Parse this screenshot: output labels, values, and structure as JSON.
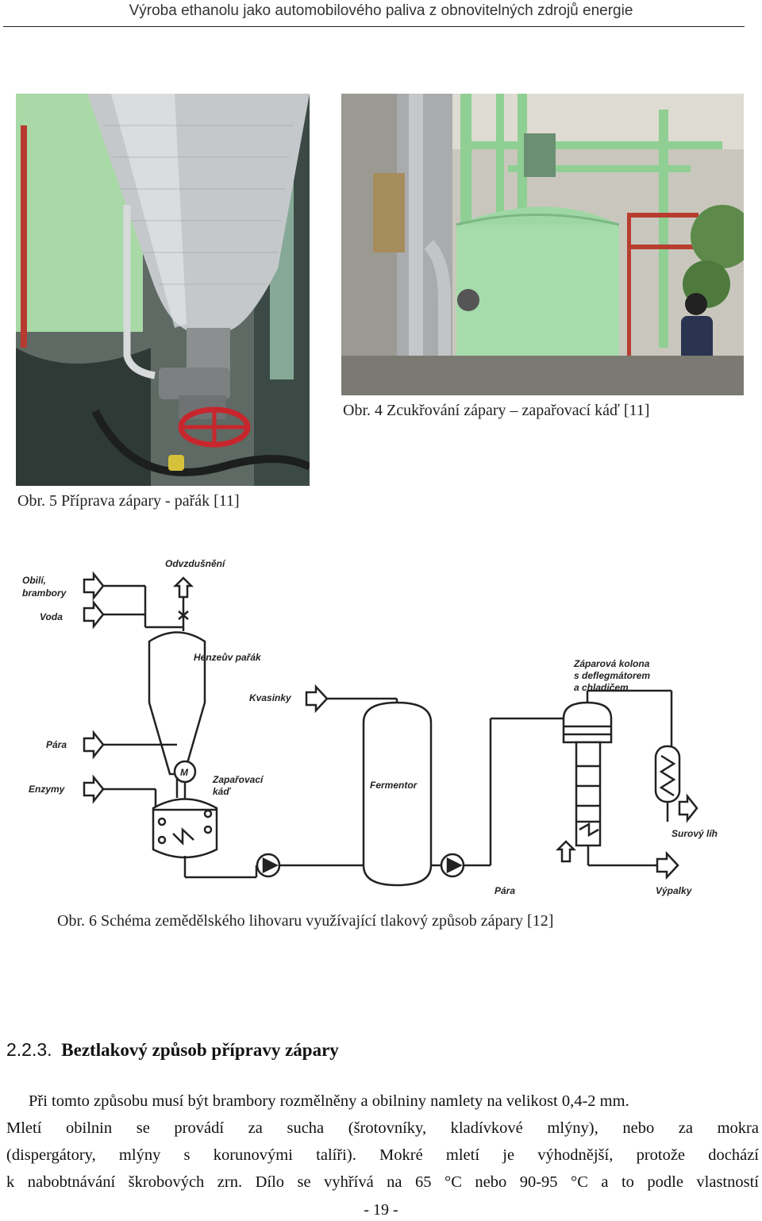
{
  "header": {
    "title": "Výroba ethanolu jako automobilového paliva z obnovitelných zdrojů energie"
  },
  "figures": {
    "fig4_caption": "Obr. 4 Zcukřování zápary – zapařovací káď [11]",
    "fig5_caption": "Obr. 5 Příprava zápary - pařák [11]",
    "fig6_caption": "Obr. 6 Schéma zemědělského lihovaru využívající tlakový způsob zápary [12]"
  },
  "diagram": {
    "labels": {
      "obili": "Obilí,",
      "brambory": "brambory",
      "voda": "Voda",
      "odvzdusneni": "Odvzdušnění",
      "henzeuv_parak": "Henzeův pařák",
      "kvasinky": "Kvasinky",
      "para_left": "Pára",
      "enzymy": "Enzymy",
      "zaparovaci": "Zapařovací",
      "kad": "káď",
      "motor": "M",
      "fermentor": "Fermentor",
      "kolona_1": "Záparová kolona",
      "kolona_2": "s deflegmátorem",
      "kolona_3": "a chladičem",
      "surovy_lih": "Surový líh",
      "para_bottom": "Pára",
      "vypalky": "Výpalky"
    }
  },
  "section": {
    "number": "2.2.3.",
    "title": "Beztlakový způsob přípravy zápary"
  },
  "body": {
    "lines": [
      "Při tomto způsobu musí být brambory rozmělněny a obilniny namlety na velikost 0,4-2 mm.",
      "Mletí obilnin se provádí za sucha (šrotovníky, kladívkové mlýny), nebo za mokra",
      "(dispergátory, mlýny s korunovými talíři). Mokré mletí je výhodnější, protože dochází",
      "k nabobtnávání škrobových zrn. Dílo se vyhřívá na 65 °C nebo 90-95 °C a to podle vlastností"
    ]
  },
  "footer": {
    "page_number": "- 19 -"
  },
  "colors": {
    "pipe_green": "#8fcf93",
    "tank_green": "#9ed7a4",
    "wall_gray": "#b8b8b0",
    "insulation": "#c7c9cc",
    "valve_red": "#c8262d"
  }
}
